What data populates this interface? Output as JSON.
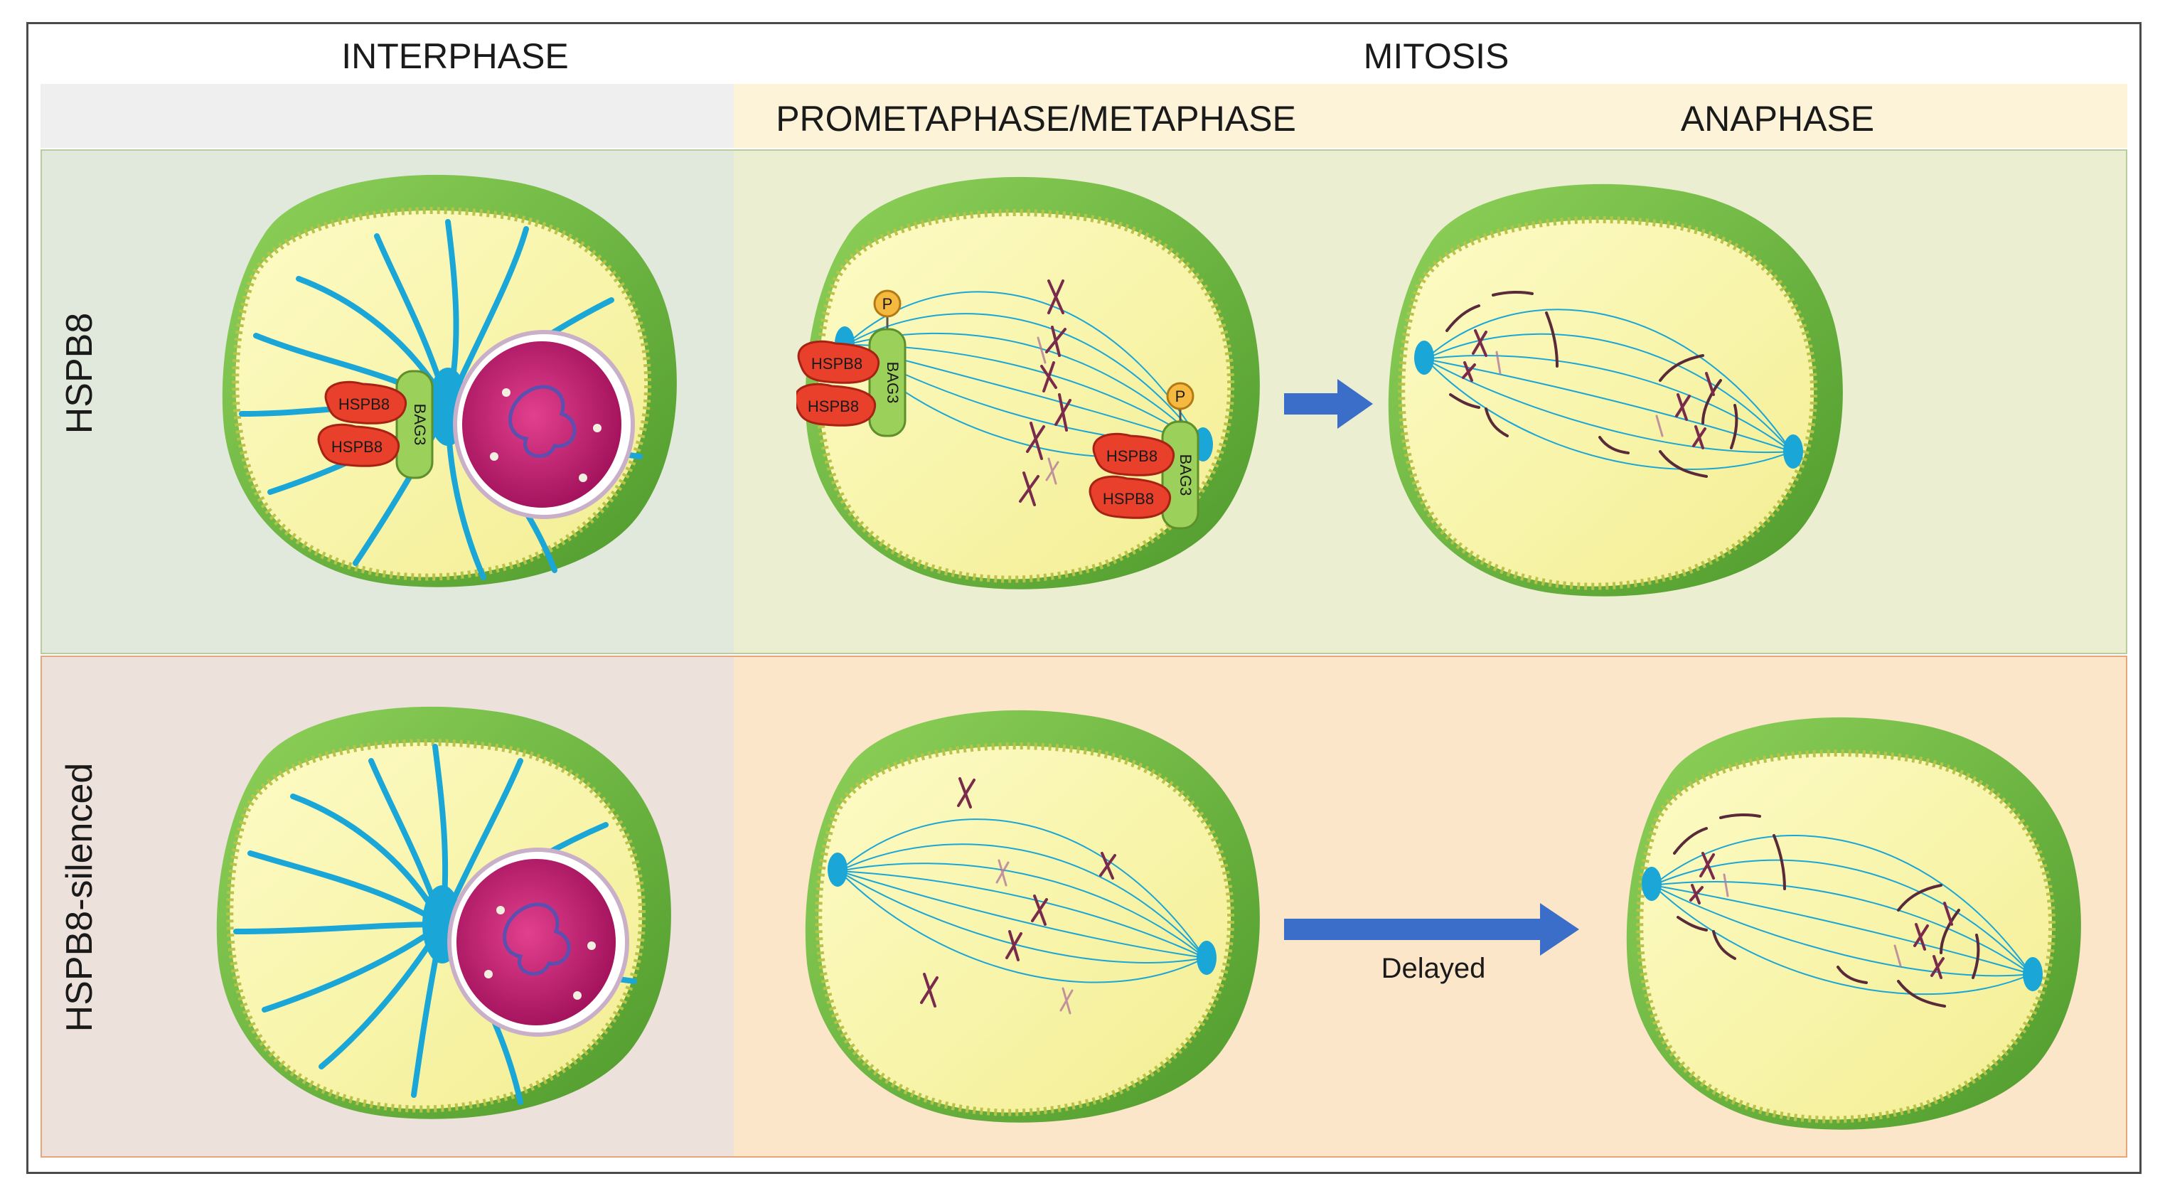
{
  "headers": {
    "interphase": "INTERPHASE",
    "mitosis": "MITOSIS",
    "prometaphase": "PROMETAPHASE/METAPHASE",
    "anaphase": "ANAPHASE"
  },
  "rows": {
    "top": "HSPB8",
    "bottom": "HSPB8-silenced"
  },
  "proteins": {
    "hspb8": "HSPB8",
    "bag3": "BAG3",
    "phospho": "P"
  },
  "arrows": {
    "delayed": "Delayed"
  },
  "colors": {
    "header_interphase": "#efefef",
    "header_mitosis": "#fdf3d8",
    "row_top_interphase": "#e1e8dc",
    "row_top_mitosis": "#eceed2",
    "row_bottom_interphase": "#ece1db",
    "row_bottom_mitosis": "#fbe6ca",
    "cell_green": "#7cc24a",
    "cytoplasm": "#fbf8b4",
    "microtubule": "#1aa6d6",
    "nucleus": "#c4166e",
    "hspb8_red": "#e8402a",
    "bag3_green": "#9bd05a",
    "phospho_orange": "#f5b940",
    "chromosome": "#7a2a4a",
    "arrow_blue": "#3a6ec8"
  }
}
